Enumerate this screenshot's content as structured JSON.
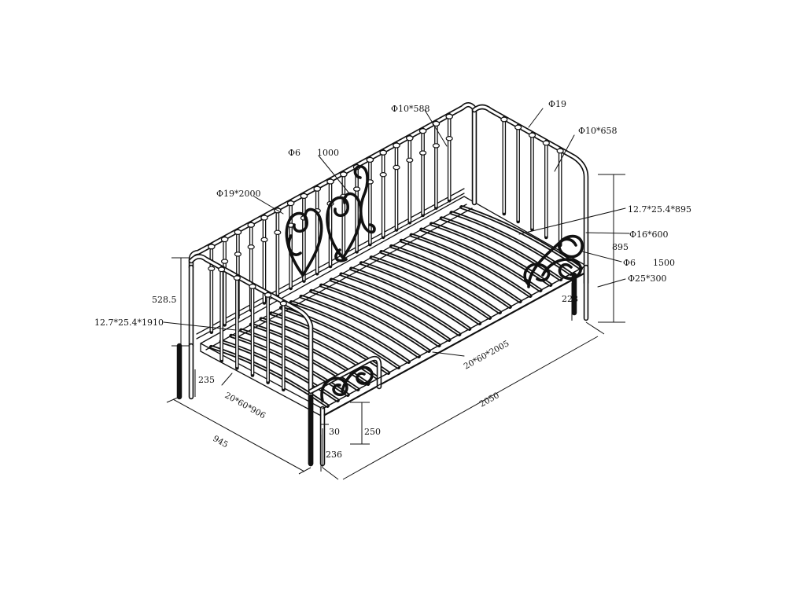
{
  "labels": {
    "back_bar": "Φ10*588",
    "tube_19": "Φ19",
    "end_bar": "Φ10*658",
    "scroll_6": "Φ6",
    "scroll_len": "1000",
    "top_rail": "Φ19*2000",
    "slat_support": "12.7*25.4*895",
    "leg_rail": "Φ16*600",
    "height_895": "895",
    "scroll_6_end": "Φ6",
    "scroll_len_end": "1500",
    "leg_25": "Φ25*300",
    "height_5285": "528.5",
    "height_228": "228",
    "side_rail": "12.7*25.4*1910",
    "length_rail": "20*60*2005",
    "end_rail": "20*60*906",
    "height_235": "235",
    "length_2050": "2050",
    "width_945": "945",
    "dim_30": "30",
    "dim_250": "250",
    "dim_236": "236"
  },
  "colors": {
    "line": "#111111",
    "background": "#ffffff"
  }
}
